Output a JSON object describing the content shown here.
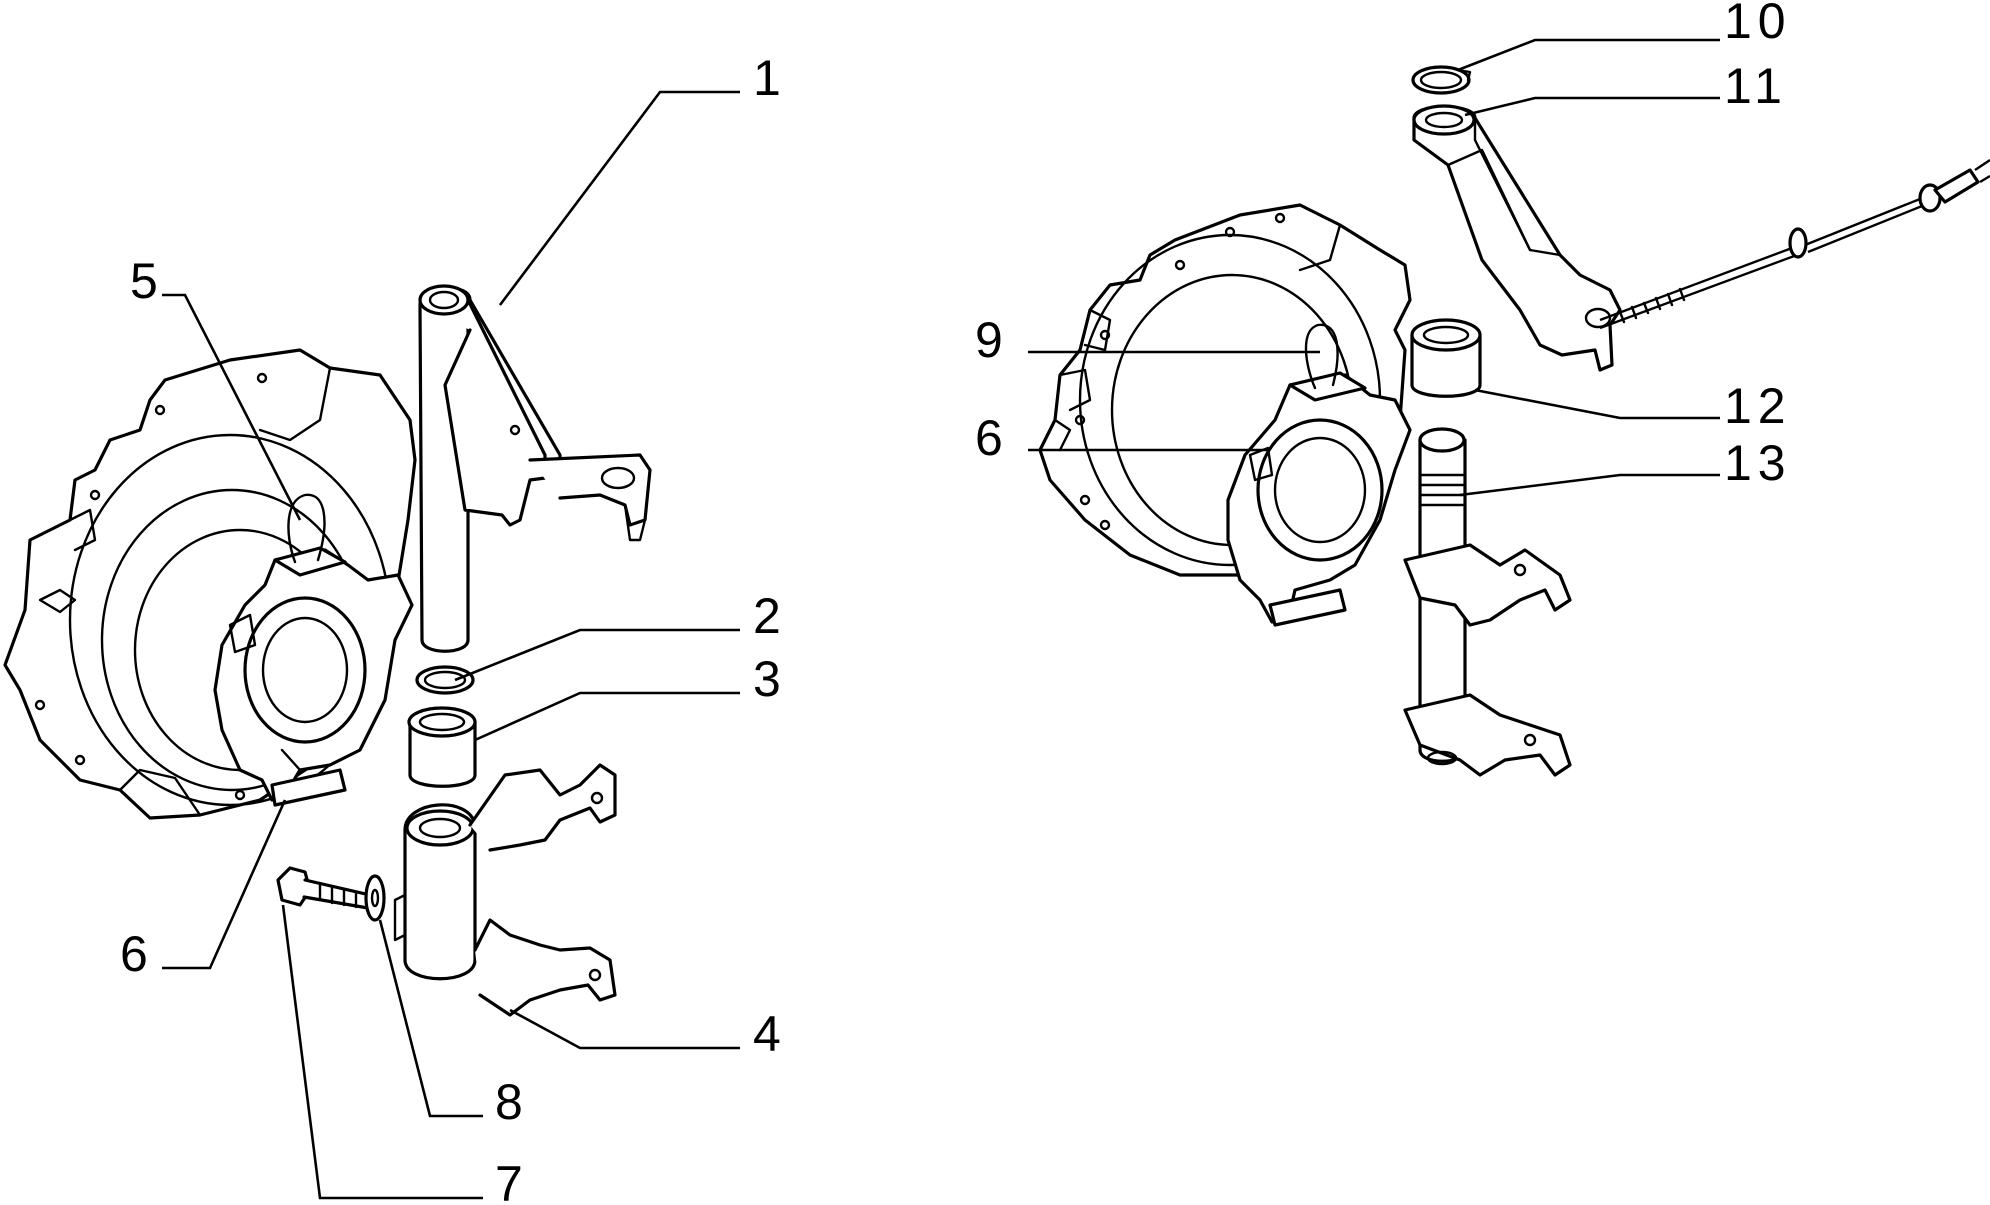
{
  "diagram": {
    "callouts": [
      {
        "id": "c1",
        "label": "1"
      },
      {
        "id": "c2",
        "label": "2"
      },
      {
        "id": "c3",
        "label": "3"
      },
      {
        "id": "c4",
        "label": "4"
      },
      {
        "id": "c5",
        "label": "5"
      },
      {
        "id": "c6a",
        "label": "6"
      },
      {
        "id": "c6b",
        "label": "6"
      },
      {
        "id": "c7",
        "label": "7"
      },
      {
        "id": "c8",
        "label": "8"
      },
      {
        "id": "c9",
        "label": "9"
      },
      {
        "id": "c10",
        "label": "10"
      },
      {
        "id": "c11",
        "label": "11"
      },
      {
        "id": "c12",
        "label": "12"
      },
      {
        "id": "c13",
        "label": "13"
      }
    ]
  }
}
